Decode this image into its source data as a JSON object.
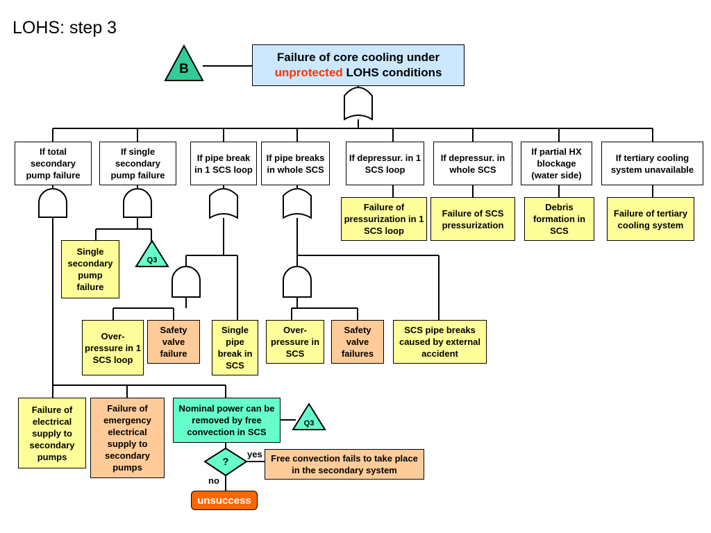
{
  "title": "LOHS: step 3",
  "top_event": {
    "line1": "Failure of core cooling under",
    "line2_red": "unprotected",
    "line2_rest": " LOHS conditions"
  },
  "transfer_b": "B",
  "q3": "Q3",
  "conditions": [
    "If total secondary pump failure",
    "If single secondary pump failure",
    "If pipe break in 1 SCS loop",
    "If pipe breaks in whole SCS",
    "If depressur. in 1 SCS loop",
    "If  depressur. in whole SCS",
    "If partial HX blockage (water side)",
    "If tertiary cooling system unavailable"
  ],
  "basic_events": {
    "fail_press_1": "Failure of pressurization in 1 SCS loop",
    "fail_press_scs": "Failure of SCS pressurization",
    "debris": "Debris formation in SCS",
    "fail_tertiary": "Failure of tertiary cooling system",
    "single_pump": "Single secondary pump failure",
    "overpressure_1": "Over-pressure in 1 SCS loop",
    "safety_valve": "Safety valve failure",
    "single_pipe": "Single pipe break in SCS",
    "overpressure_scs": "Over-pressure in SCS",
    "safety_valves": "Safety valve failures",
    "external": "SCS pipe breaks caused by external accident",
    "elec_supply": "Failure of electrical supply to secondary pumps",
    "emerg_supply": "Failure of emergency electrical supply to secondary pumps",
    "nominal_power": "Nominal power can be removed by free convection in SCS",
    "free_conv": "Free convection fails to take place in the secondary system"
  },
  "decision": {
    "symbol": "?",
    "yes": "yes",
    "no": "no",
    "outcome": "unsuccess"
  }
}
